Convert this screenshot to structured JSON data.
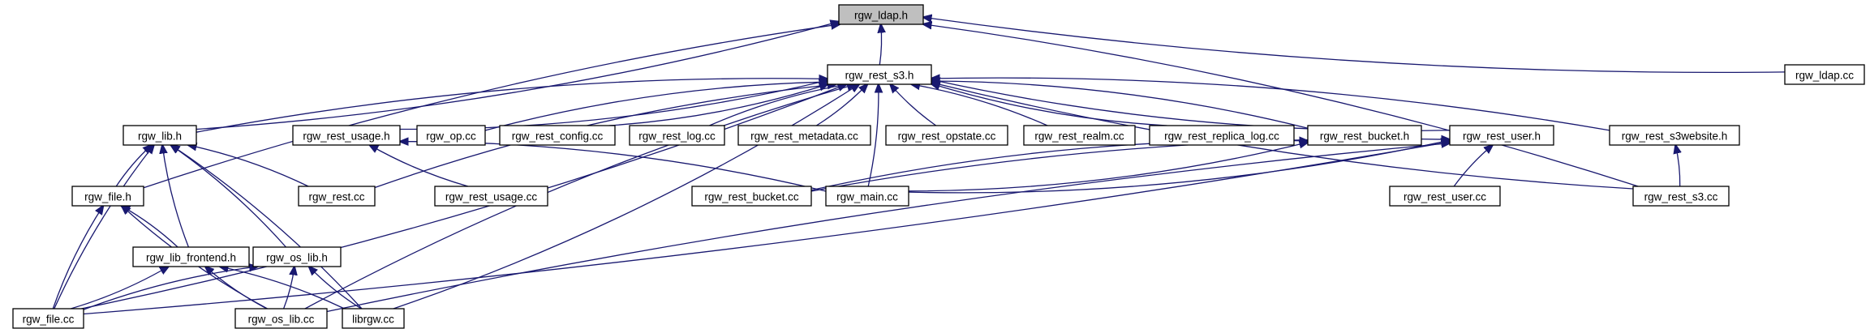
{
  "diagram": {
    "type": "include-dependency-graph",
    "edge_color": "#191970",
    "highlight_fill": "#bfbfbf",
    "nodes": [
      {
        "id": "rgw_ldap_h",
        "label": "rgw_ldap.h",
        "highlight": true
      },
      {
        "id": "rgw_rest_s3_h",
        "label": "rgw_rest_s3.h"
      },
      {
        "id": "rgw_ldap_cc",
        "label": "rgw_ldap.cc"
      },
      {
        "id": "rgw_lib_h",
        "label": "rgw_lib.h"
      },
      {
        "id": "rgw_rest_usage_h",
        "label": "rgw_rest_usage.h"
      },
      {
        "id": "rgw_op_cc",
        "label": "rgw_op.cc"
      },
      {
        "id": "rgw_rest_config_cc",
        "label": "rgw_rest_config.cc"
      },
      {
        "id": "rgw_rest_log_cc",
        "label": "rgw_rest_log.cc"
      },
      {
        "id": "rgw_rest_metadata_cc",
        "label": "rgw_rest_metadata.cc"
      },
      {
        "id": "rgw_rest_opstate_cc",
        "label": "rgw_rest_opstate.cc"
      },
      {
        "id": "rgw_rest_realm_cc",
        "label": "rgw_rest_realm.cc"
      },
      {
        "id": "rgw_rest_replica_log_cc",
        "label": "rgw_rest_replica_log.cc"
      },
      {
        "id": "rgw_rest_bucket_h",
        "label": "rgw_rest_bucket.h"
      },
      {
        "id": "rgw_rest_user_h",
        "label": "rgw_rest_user.h"
      },
      {
        "id": "rgw_rest_s3website_h",
        "label": "rgw_rest_s3website.h"
      },
      {
        "id": "rgw_file_h",
        "label": "rgw_file.h"
      },
      {
        "id": "rgw_rest_cc",
        "label": "rgw_rest.cc"
      },
      {
        "id": "rgw_rest_usage_cc",
        "label": "rgw_rest_usage.cc"
      },
      {
        "id": "rgw_rest_bucket_cc",
        "label": "rgw_rest_bucket.cc"
      },
      {
        "id": "rgw_main_cc",
        "label": "rgw_main.cc"
      },
      {
        "id": "rgw_rest_user_cc",
        "label": "rgw_rest_user.cc"
      },
      {
        "id": "rgw_rest_s3_cc",
        "label": "rgw_rest_s3.cc"
      },
      {
        "id": "rgw_lib_frontend_h",
        "label": "rgw_lib_frontend.h"
      },
      {
        "id": "rgw_os_lib_h",
        "label": "rgw_os_lib.h"
      },
      {
        "id": "rgw_file_cc",
        "label": "rgw_file.cc"
      },
      {
        "id": "rgw_os_lib_cc",
        "label": "rgw_os_lib.cc"
      },
      {
        "id": "librgw_cc",
        "label": "librgw.cc"
      }
    ],
    "edges": [
      [
        "rgw_rest_s3_h",
        "rgw_ldap_h"
      ],
      [
        "rgw_ldap_cc",
        "rgw_ldap_h"
      ],
      [
        "rgw_lib_h",
        "rgw_ldap_h"
      ],
      [
        "rgw_file_h",
        "rgw_ldap_h"
      ],
      [
        "rgw_rest_s3_cc",
        "rgw_ldap_h"
      ],
      [
        "rgw_lib_h",
        "rgw_rest_s3_h"
      ],
      [
        "rgw_rest_usage_h",
        "rgw_rest_s3_h"
      ],
      [
        "rgw_op_cc",
        "rgw_rest_s3_h"
      ],
      [
        "rgw_rest_config_cc",
        "rgw_rest_s3_h"
      ],
      [
        "rgw_rest_log_cc",
        "rgw_rest_s3_h"
      ],
      [
        "rgw_rest_metadata_cc",
        "rgw_rest_s3_h"
      ],
      [
        "rgw_rest_opstate_cc",
        "rgw_rest_s3_h"
      ],
      [
        "rgw_rest_realm_cc",
        "rgw_rest_s3_h"
      ],
      [
        "rgw_rest_replica_log_cc",
        "rgw_rest_s3_h"
      ],
      [
        "rgw_rest_bucket_h",
        "rgw_rest_s3_h"
      ],
      [
        "rgw_rest_user_h",
        "rgw_rest_s3_h"
      ],
      [
        "rgw_rest_s3website_h",
        "rgw_rest_s3_h"
      ],
      [
        "rgw_rest_cc",
        "rgw_rest_s3_h"
      ],
      [
        "rgw_main_cc",
        "rgw_rest_s3_h"
      ],
      [
        "rgw_rest_s3_cc",
        "rgw_rest_s3_h"
      ],
      [
        "rgw_file_cc",
        "rgw_rest_s3_h"
      ],
      [
        "rgw_os_lib_cc",
        "rgw_rest_s3_h"
      ],
      [
        "librgw_cc",
        "rgw_rest_s3_h"
      ],
      [
        "rgw_file_h",
        "rgw_lib_h"
      ],
      [
        "rgw_rest_cc",
        "rgw_lib_h"
      ],
      [
        "rgw_lib_frontend_h",
        "rgw_lib_h"
      ],
      [
        "rgw_os_lib_h",
        "rgw_lib_h"
      ],
      [
        "rgw_file_cc",
        "rgw_lib_h"
      ],
      [
        "librgw_cc",
        "rgw_lib_h"
      ],
      [
        "rgw_rest_usage_cc",
        "rgw_rest_usage_h"
      ],
      [
        "rgw_main_cc",
        "rgw_rest_usage_h"
      ],
      [
        "rgw_rest_bucket_cc",
        "rgw_rest_bucket_h"
      ],
      [
        "rgw_main_cc",
        "rgw_rest_bucket_h"
      ],
      [
        "rgw_rest_bucket_cc",
        "rgw_rest_user_h"
      ],
      [
        "rgw_main_cc",
        "rgw_rest_user_h"
      ],
      [
        "rgw_rest_user_cc",
        "rgw_rest_user_h"
      ],
      [
        "rgw_file_cc",
        "rgw_rest_user_h"
      ],
      [
        "rgw_os_lib_cc",
        "rgw_rest_user_h"
      ],
      [
        "rgw_rest_s3_cc",
        "rgw_rest_s3website_h"
      ],
      [
        "rgw_file_cc",
        "rgw_file_h"
      ],
      [
        "rgw_lib_frontend_h",
        "rgw_file_h"
      ],
      [
        "rgw_os_lib_cc",
        "rgw_file_h"
      ],
      [
        "rgw_file_cc",
        "rgw_lib_frontend_h"
      ],
      [
        "rgw_os_lib_cc",
        "rgw_lib_frontend_h"
      ],
      [
        "librgw_cc",
        "rgw_lib_frontend_h"
      ],
      [
        "rgw_file_cc",
        "rgw_os_lib_h"
      ],
      [
        "rgw_os_lib_cc",
        "rgw_os_lib_h"
      ],
      [
        "librgw_cc",
        "rgw_os_lib_h"
      ]
    ]
  }
}
